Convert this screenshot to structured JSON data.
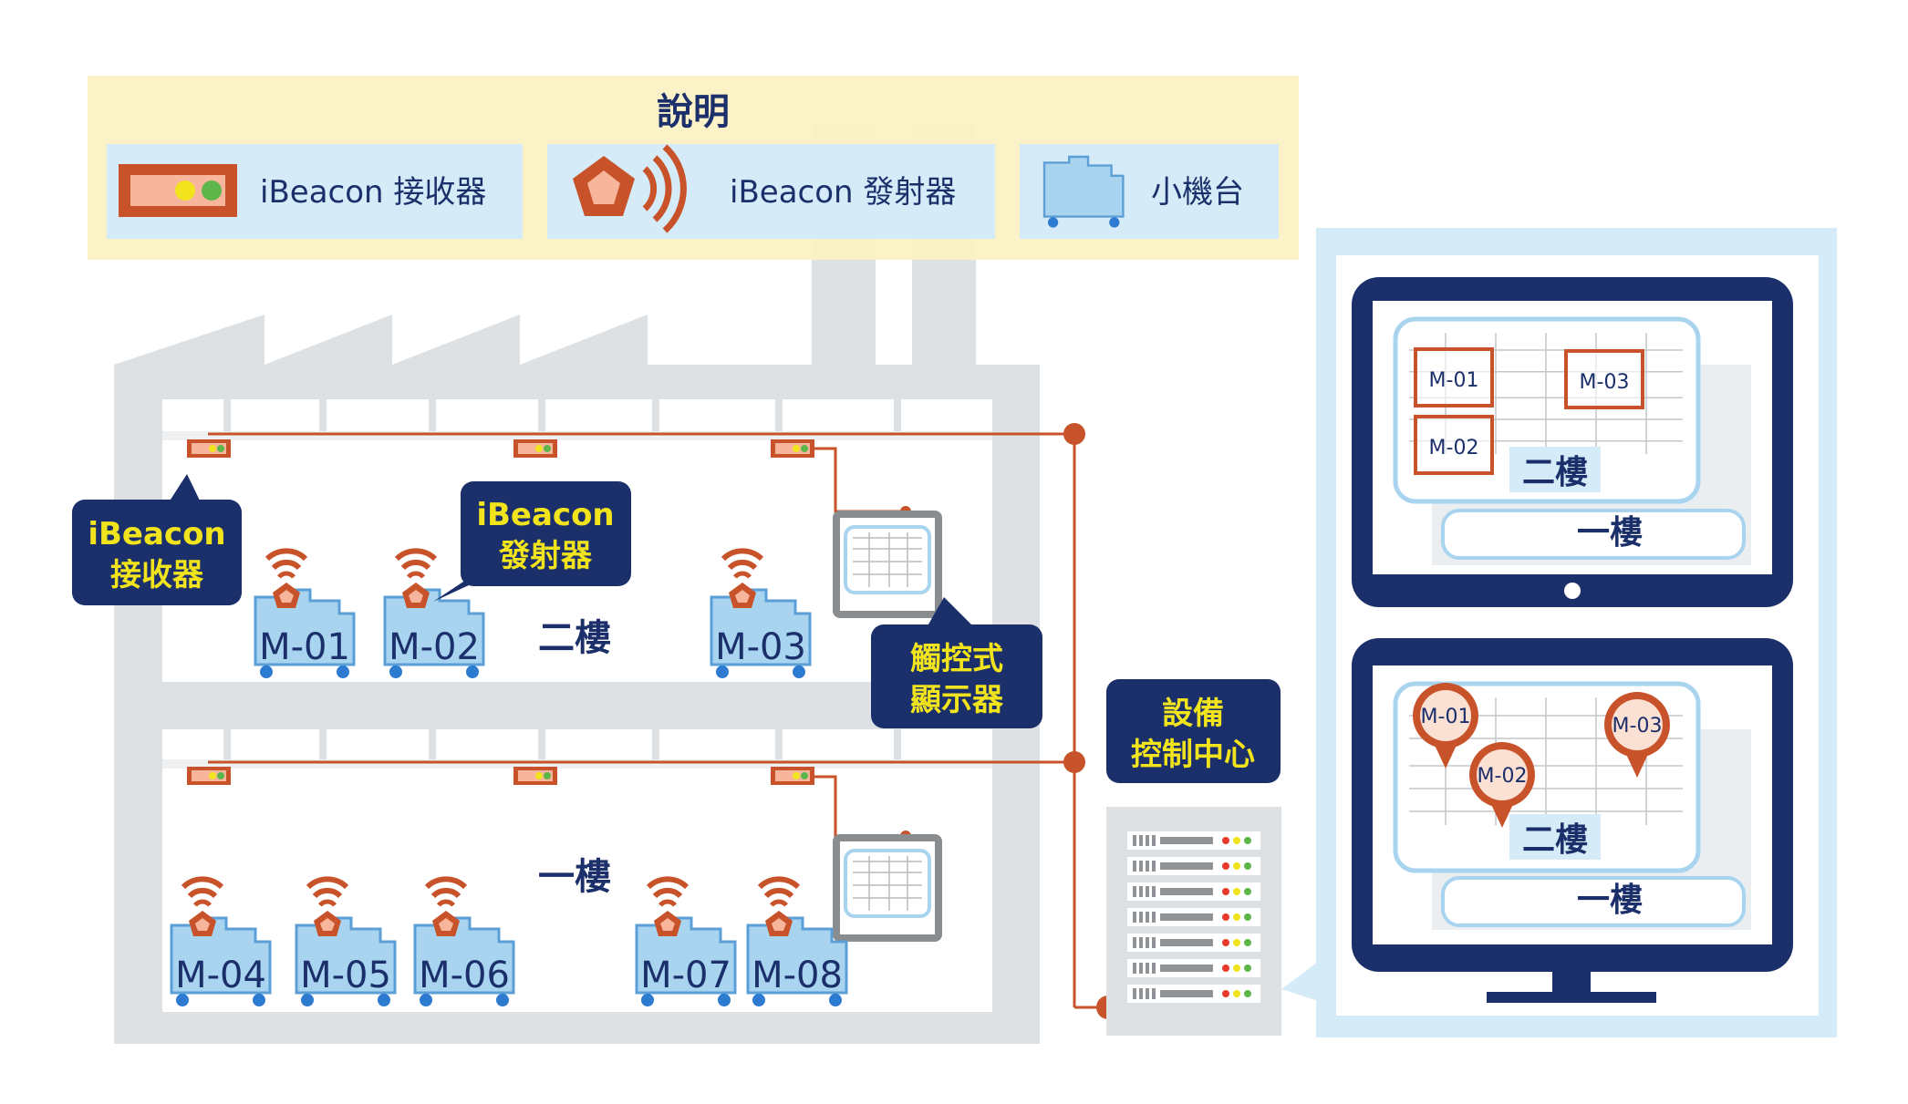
{
  "legend": {
    "title": "說明",
    "receiver": "iBeacon 接收器",
    "transmitter": "iBeacon 發射器",
    "machine": "小機台"
  },
  "callouts": {
    "receiver_line1": "iBeacon",
    "receiver_line2": "接收器",
    "transmitter_line1": "iBeacon",
    "transmitter_line2": "發射器",
    "touch_line1": "觸控式",
    "touch_line2": "顯示器",
    "control_line1": "設備",
    "control_line2": "控制中心"
  },
  "floors": {
    "upper": "二樓",
    "lower": "一樓"
  },
  "machines": {
    "m01": "M-01",
    "m02": "M-02",
    "m03": "M-03",
    "m04": "M-04",
    "m05": "M-05",
    "m06": "M-06",
    "m07": "M-07",
    "m08": "M-08"
  },
  "monitor_top": {
    "m01": "M-01",
    "m02": "M-02",
    "m03": "M-03",
    "front": "二樓",
    "back": "一樓"
  },
  "monitor_bottom": {
    "m01": "M-01",
    "m02": "M-02",
    "m03": "M-03",
    "front": "二樓",
    "back": "一樓"
  },
  "colors": {
    "navy": "#1b2f6b",
    "orange": "#c8532a",
    "light_blue": "#a9d4f0",
    "legend_bg": "#fbf1c3",
    "building": "#dde1e4"
  }
}
